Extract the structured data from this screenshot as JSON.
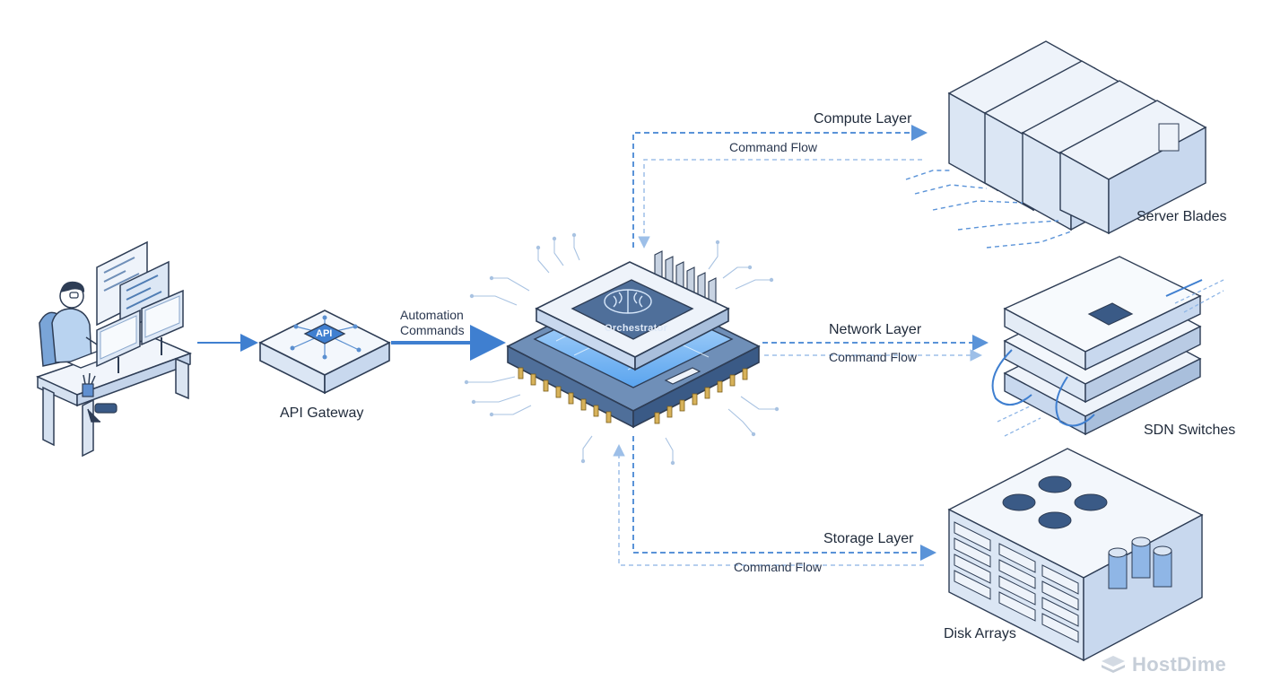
{
  "nodes": {
    "api_gateway": {
      "label": "API Gateway",
      "chip_text": "API"
    },
    "orchestrator": {
      "chip_text": "Orchestrator"
    },
    "server_blades": {
      "label": "Server Blades"
    },
    "sdn_switches": {
      "label": "SDN Switches"
    },
    "disk_arrays": {
      "label": "Disk Arrays"
    }
  },
  "edges": {
    "automation": {
      "line1": "Automation",
      "line2": "Commands"
    },
    "compute": {
      "title": "Compute Layer",
      "flow": "Command Flow"
    },
    "network": {
      "title": "Network Layer",
      "flow": "Command Flow"
    },
    "storage": {
      "title": "Storage Layer",
      "flow": "Command Flow"
    }
  },
  "watermark": {
    "text": "HostDime",
    "icon": "hostdime-logo-icon"
  },
  "colors": {
    "accent": "#3f7fd0",
    "accent_light": "#8fb6e6",
    "outline": "#2e3d55",
    "fill_light": "#e6eef8",
    "fill_mid": "#c8d8ee",
    "chip_dark": "#3a5a86"
  }
}
